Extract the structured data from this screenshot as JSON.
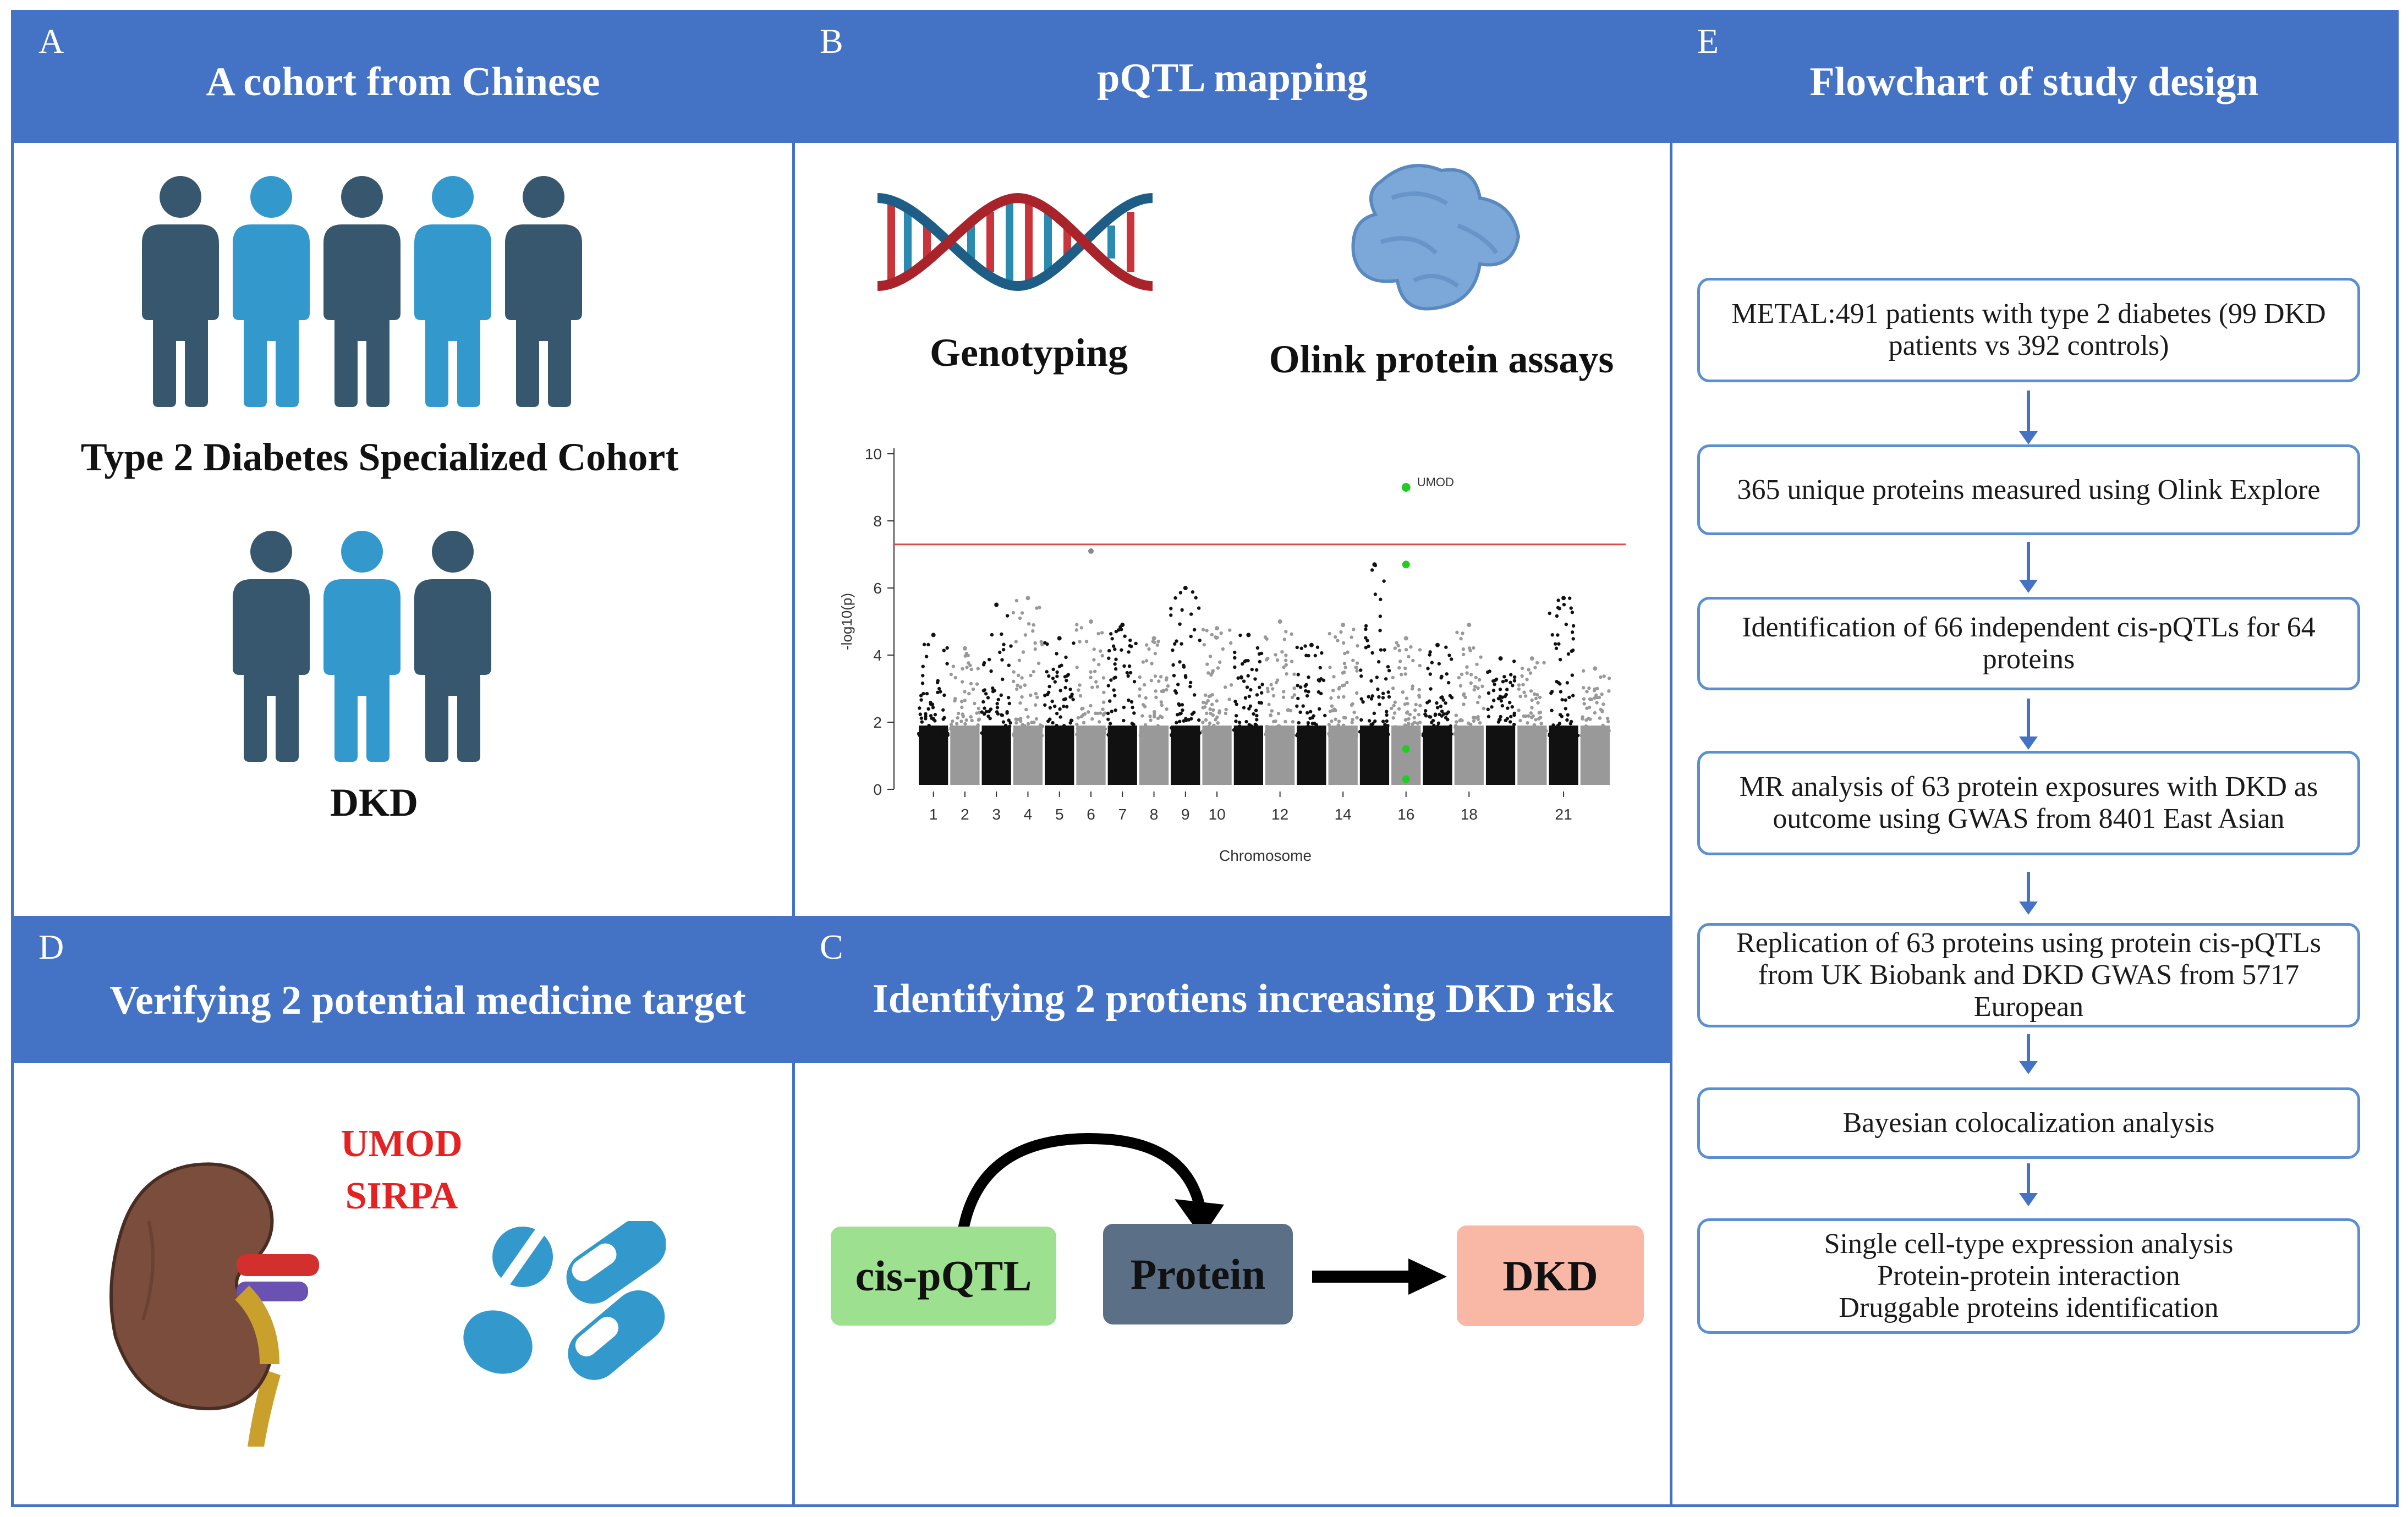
{
  "panelA": {
    "letter": "A",
    "title": "A cohort from Chinese",
    "cohort_label": "Type 2 Diabetes Specialized Cohort",
    "dkd_label": "DKD"
  },
  "panelB": {
    "letter": "B",
    "title": "pQTL mapping",
    "genotyping_label": "Genotyping",
    "olink_label": "Olink protein assays"
  },
  "panelC": {
    "letter": "C",
    "title": "Identifying 2 protiens increasing DKD risk",
    "box1": "cis-pQTL",
    "box2": "Protein",
    "box3": "DKD"
  },
  "panelD": {
    "letter": "D",
    "title": "Verifying 2 potential medicine target",
    "target1": "UMOD",
    "target2": "SIRPA"
  },
  "panelE": {
    "letter": "E",
    "title": "Flowchart of study design",
    "steps": [
      "METAL:491 patients with type 2 diabetes (99 DKD patients vs 392 controls)",
      "365 unique proteins measured using Olink Explore",
      "Identification of 66 independent cis-pQTLs for 64 proteins",
      "MR analysis of 63 protein exposures with DKD as outcome using GWAS from 8401 East Asian",
      "Replication of 63 proteins using protein cis-pQTLs from UK Biobank and DKD GWAS from 5717 European",
      "Bayesian colocalization analysis",
      "Single cell-type expression analysis\nProtein-protein interaction\nDruggable proteins identification"
    ]
  },
  "colors": {
    "header": "#4472c4",
    "person_dark": "#37576e",
    "person_light": "#3399cc",
    "box_green": "#9de08f",
    "box_slate": "#5b6f87",
    "box_salmon": "#f8b8a5",
    "target_red": "#e52121",
    "threshold": "#e34848",
    "highlight": "#22cc22"
  },
  "chart_data": {
    "type": "scatter",
    "subtype": "manhattan",
    "xlabel": "Chromosome",
    "ylabel": "-log10(p)",
    "ylim": [
      0,
      10
    ],
    "yticks": [
      0,
      2,
      4,
      6,
      8,
      10
    ],
    "xtick_labels": [
      "1",
      "2",
      "3",
      "4",
      "5",
      "6",
      "7",
      "8",
      "9",
      "10",
      "12",
      "14",
      "16",
      "18",
      "21"
    ],
    "chromosomes": [
      1,
      2,
      3,
      4,
      5,
      6,
      7,
      8,
      9,
      10,
      11,
      12,
      13,
      14,
      15,
      16,
      17,
      18,
      19,
      20,
      21,
      22
    ],
    "chromosome_peaks": [
      4.6,
      4.2,
      5.5,
      5.7,
      4.5,
      5.0,
      4.9,
      4.5,
      6.0,
      4.8,
      4.6,
      5.0,
      4.3,
      4.9,
      6.7,
      4.5,
      4.3,
      4.9,
      3.9,
      3.9,
      5.7,
      3.6
    ],
    "threshold": 7.3,
    "highlight": {
      "label": "UMOD",
      "chromosome": 16,
      "y": 9.0
    },
    "highlight_points": [
      {
        "chromosome": 16,
        "y": 6.7
      },
      {
        "chromosome": 16,
        "y": 1.2
      },
      {
        "chromosome": 16,
        "y": 0.3
      }
    ],
    "outliers": [
      {
        "chromosome": 6,
        "y": 7.1
      }
    ]
  }
}
